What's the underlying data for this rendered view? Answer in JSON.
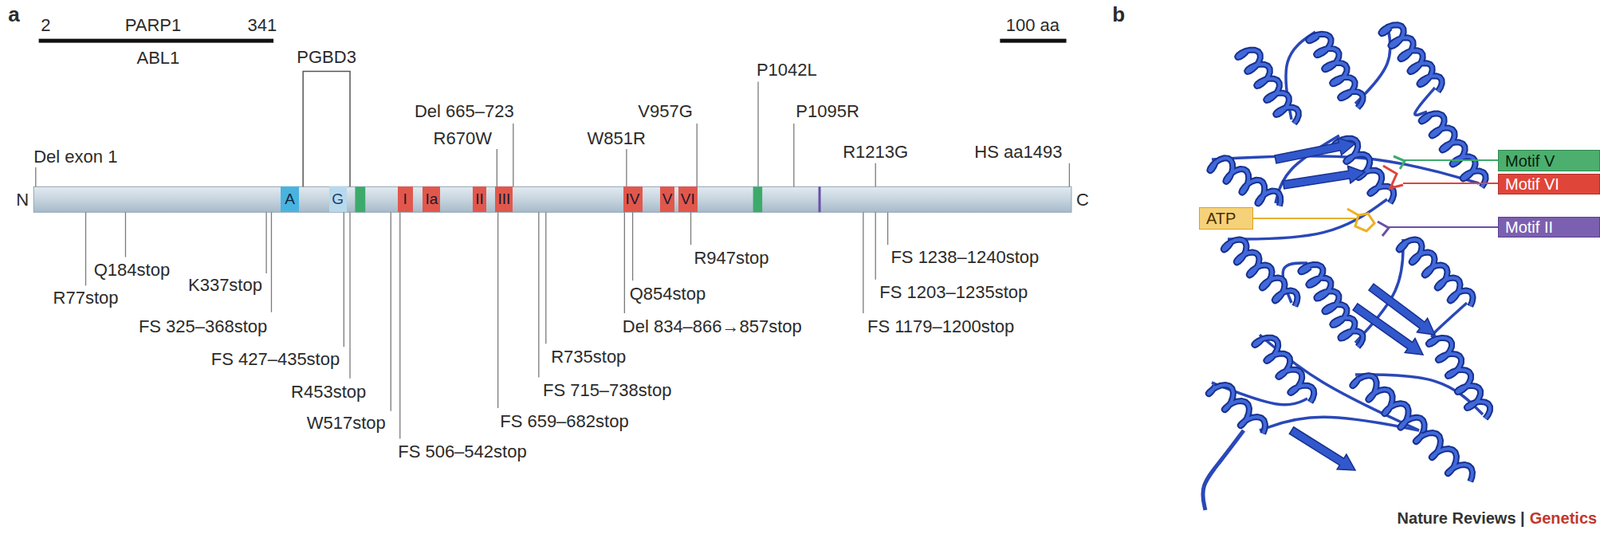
{
  "diagram": {
    "nodes": [
      {
        "text": [
          "A"
        ]
      },
      {
        "text": [
          "G"
        ]
      },
      {
        "text": [
          "I"
        ]
      },
      {
        "text": [
          "Ia"
        ]
      },
      {
        "text": [
          "II"
        ]
      },
      {
        "text": [
          "III"
        ]
      },
      {
        "text": [
          "IV"
        ]
      },
      {
        "text": [
          "V"
        ]
      },
      {
        "text": [
          "VI"
        ]
      },
      {
        "text": [
          "Motif V"
        ]
      },
      {
        "text": [
          "Motif VI"
        ]
      },
      {
        "text": [
          "ATP"
        ]
      },
      {
        "text": [
          "Motif II"
        ]
      }
    ],
    "labels": [
      "a",
      "2",
      "PARP1",
      "341",
      "ABL1",
      "100 aa",
      "PGBD3",
      "Del exon 1",
      "Del 665–723",
      "R670W",
      "W851R",
      "V957G",
      "P1042L",
      "P1095R",
      "R1213G",
      "HS aa1493",
      "N",
      "C",
      "R77stop",
      "Q184stop",
      "K337stop",
      "FS 325–368stop",
      "FS 427–435stop",
      "R453stop",
      "W517stop",
      "FS 506–542stop",
      "FS 659–682stop",
      "R735stop",
      "FS 715–738stop",
      "Q854stop",
      "Del 834–866→857stop",
      "R947stop",
      "FS 1238–1240stop",
      "FS 1203–1235stop",
      "FS 1179–1200stop",
      "b",
      "Nature Reviews |",
      "Genetics"
    ]
  }
}
